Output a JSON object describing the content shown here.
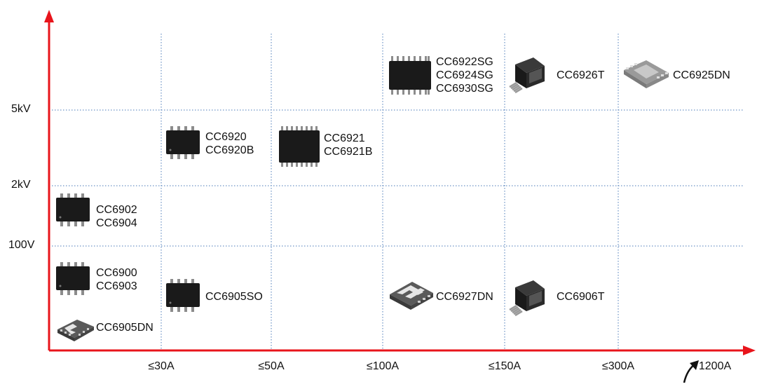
{
  "y_axis": {
    "labels": [
      "100V",
      "2kV",
      "5kV"
    ]
  },
  "x_axis": {
    "labels": [
      "≤30A",
      "≤50A",
      "≤100A",
      "≤150A",
      "≤300A",
      "1200A"
    ]
  },
  "colors": {
    "axis": "#e8141b",
    "grid": "#4a7ab8",
    "chip": "#1a1a1a",
    "pin": "#8c8c8c"
  },
  "parts": {
    "cc6905dn": {
      "lines": [
        "CC6905DN"
      ],
      "icon": "qfn-tilted-icon"
    },
    "cc6900": {
      "lines": [
        "CC6900",
        "CC6903"
      ],
      "icon": "soic8-icon"
    },
    "cc6902": {
      "lines": [
        "CC6902",
        "CC6904"
      ],
      "icon": "soic8-icon"
    },
    "cc6905so": {
      "lines": [
        "CC6905SO"
      ],
      "icon": "soic8-icon"
    },
    "cc6920": {
      "lines": [
        "CC6920",
        "CC6920B"
      ],
      "icon": "soic8-icon"
    },
    "cc6921": {
      "lines": [
        "CC6921",
        "CC6921B"
      ],
      "icon": "soic16-icon"
    },
    "cc6922": {
      "lines": [
        "CC6922SG",
        "CC6924SG",
        "CC6930SG"
      ],
      "icon": "soic16-wide-icon"
    },
    "cc6927dn": {
      "lines": [
        "CC6927DN"
      ],
      "icon": "dfn-tilted-icon"
    },
    "cc6926t": {
      "lines": [
        "CC6926T"
      ],
      "icon": "to-package-icon"
    },
    "cc6906t": {
      "lines": [
        "CC6906T"
      ],
      "icon": "to-package-icon"
    },
    "cc6925dn": {
      "lines": [
        "CC6925DN"
      ],
      "icon": "qfn-grey-icon"
    }
  }
}
